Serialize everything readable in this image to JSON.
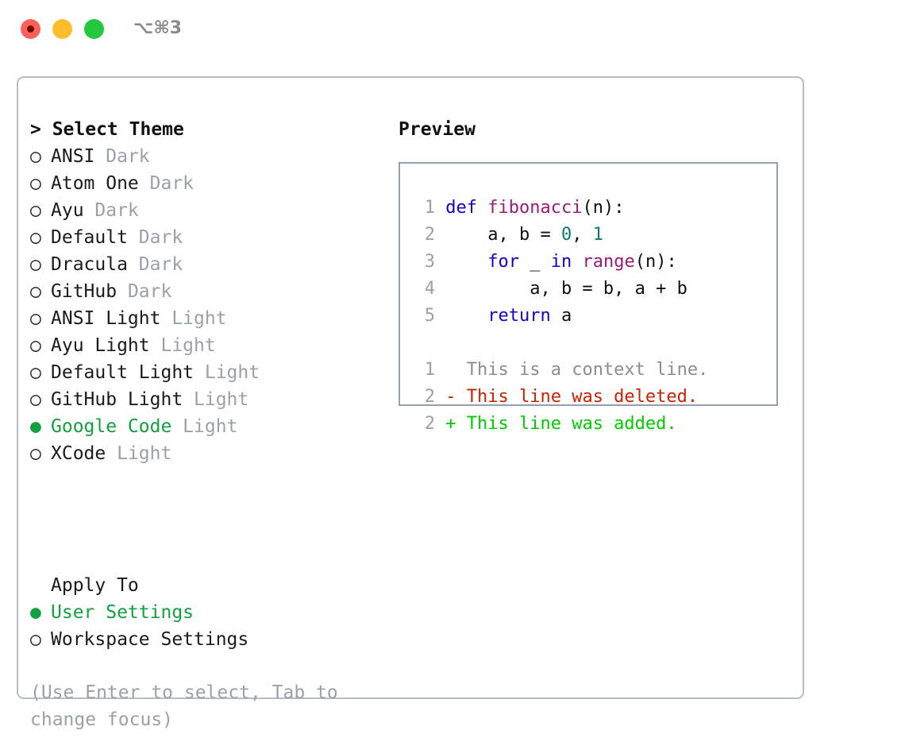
{
  "titlebar": {
    "traffic_lights": [
      {
        "name": "close",
        "color": "#ff6159",
        "recording": true
      },
      {
        "name": "minimize",
        "color": "#ffbd2e"
      },
      {
        "name": "maximize",
        "color": "#25c73f"
      }
    ],
    "shortcut": "⌥⌘3"
  },
  "left": {
    "header": "> Select Theme",
    "themes": [
      {
        "marker": "○",
        "name": "ANSI",
        "category": "Dark",
        "selected": false
      },
      {
        "marker": "○",
        "name": "Atom One",
        "category": "Dark",
        "selected": false
      },
      {
        "marker": "○",
        "name": "Ayu",
        "category": "Dark",
        "selected": false
      },
      {
        "marker": "○",
        "name": "Default",
        "category": "Dark",
        "selected": false
      },
      {
        "marker": "○",
        "name": "Dracula",
        "category": "Dark",
        "selected": false
      },
      {
        "marker": "○",
        "name": "GitHub",
        "category": "Dark",
        "selected": false
      },
      {
        "marker": "○",
        "name": "ANSI Light",
        "category": "Light",
        "selected": false
      },
      {
        "marker": "○",
        "name": "Ayu Light",
        "category": "Light",
        "selected": false
      },
      {
        "marker": "○",
        "name": "Default Light",
        "category": "Light",
        "selected": false
      },
      {
        "marker": "○",
        "name": "GitHub Light",
        "category": "Light",
        "selected": false
      },
      {
        "marker": "●",
        "name": "Google Code",
        "category": "Light",
        "selected": true
      },
      {
        "marker": "○",
        "name": "XCode",
        "category": "Light",
        "selected": false
      }
    ],
    "apply_to": {
      "title": "Apply To",
      "options": [
        {
          "marker": "●",
          "label": "User Settings",
          "selected": true
        },
        {
          "marker": "○",
          "label": "Workspace Settings",
          "selected": false
        }
      ]
    },
    "hint": "(Use Enter to select, Tab to change focus)"
  },
  "right": {
    "header": "Preview",
    "code_lines": [
      {
        "number": "1",
        "tokens": [
          {
            "text": "def ",
            "type": "kw"
          },
          {
            "text": "fibonacci",
            "type": "fn"
          },
          {
            "text": "(n):",
            "type": "pl"
          }
        ]
      },
      {
        "number": "2",
        "tokens": [
          {
            "text": "    a, b = ",
            "type": "pl"
          },
          {
            "text": "0",
            "type": "num"
          },
          {
            "text": ", ",
            "type": "pl"
          },
          {
            "text": "1",
            "type": "num"
          }
        ]
      },
      {
        "number": "3",
        "tokens": [
          {
            "text": "    ",
            "type": "pl"
          },
          {
            "text": "for",
            "type": "kw"
          },
          {
            "text": " _ ",
            "type": "pl"
          },
          {
            "text": "in",
            "type": "kw"
          },
          {
            "text": " ",
            "type": "pl"
          },
          {
            "text": "range",
            "type": "fn"
          },
          {
            "text": "(n):",
            "type": "pl"
          }
        ]
      },
      {
        "number": "4",
        "tokens": [
          {
            "text": "        a, b = b, a + b",
            "type": "pl"
          }
        ]
      },
      {
        "number": "5",
        "tokens": [
          {
            "text": "    ",
            "type": "pl"
          },
          {
            "text": "return",
            "type": "kw"
          },
          {
            "text": " a",
            "type": "pl"
          }
        ]
      }
    ],
    "diff_lines": [
      {
        "number": "1",
        "prefix": "  ",
        "text": "This is a context line.",
        "type": "ctx"
      },
      {
        "number": "2",
        "prefix": "- ",
        "text": "This line was deleted.",
        "type": "del"
      },
      {
        "number": "2",
        "prefix": "+ ",
        "text": "This line was added.",
        "type": "add"
      }
    ]
  },
  "colors": {
    "selection_green": "#11a13e",
    "muted_gray": "#9aa1ab",
    "keyword_blue": "#1900d1",
    "function_purple": "#9c1a7d",
    "number_teal": "#0b7a72",
    "diff_deleted": "#cc2200",
    "diff_added": "#00cc00",
    "panel_border": "#b5bdcb",
    "preview_border": "#93a0b4"
  }
}
